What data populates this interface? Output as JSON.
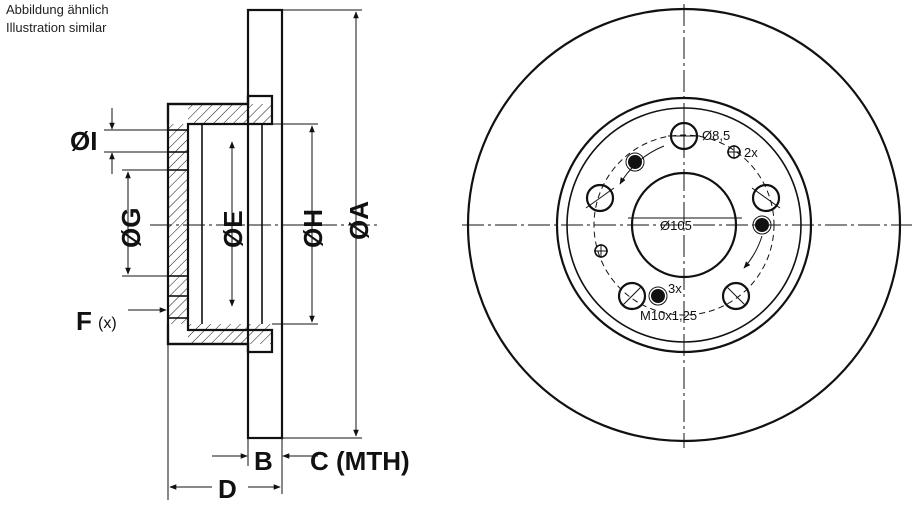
{
  "caption": {
    "line1": "Abbildung ähnlich",
    "line2": "Illustration similar"
  },
  "side_view": {
    "dim_A": "ØA",
    "dim_E": "ØE",
    "dim_H": "ØH",
    "dim_G": "ØG",
    "dim_I": "ØI",
    "dim_F": "F",
    "dim_F_suffix": "(x)",
    "dim_B": "B",
    "dim_C": "C (MTH)",
    "dim_D": "D"
  },
  "front_view": {
    "hole_dia": "Ø8,5",
    "hole_count": "2x",
    "pcd": "Ø105",
    "thread_count": "3x",
    "thread_spec": "M10x1,25"
  }
}
